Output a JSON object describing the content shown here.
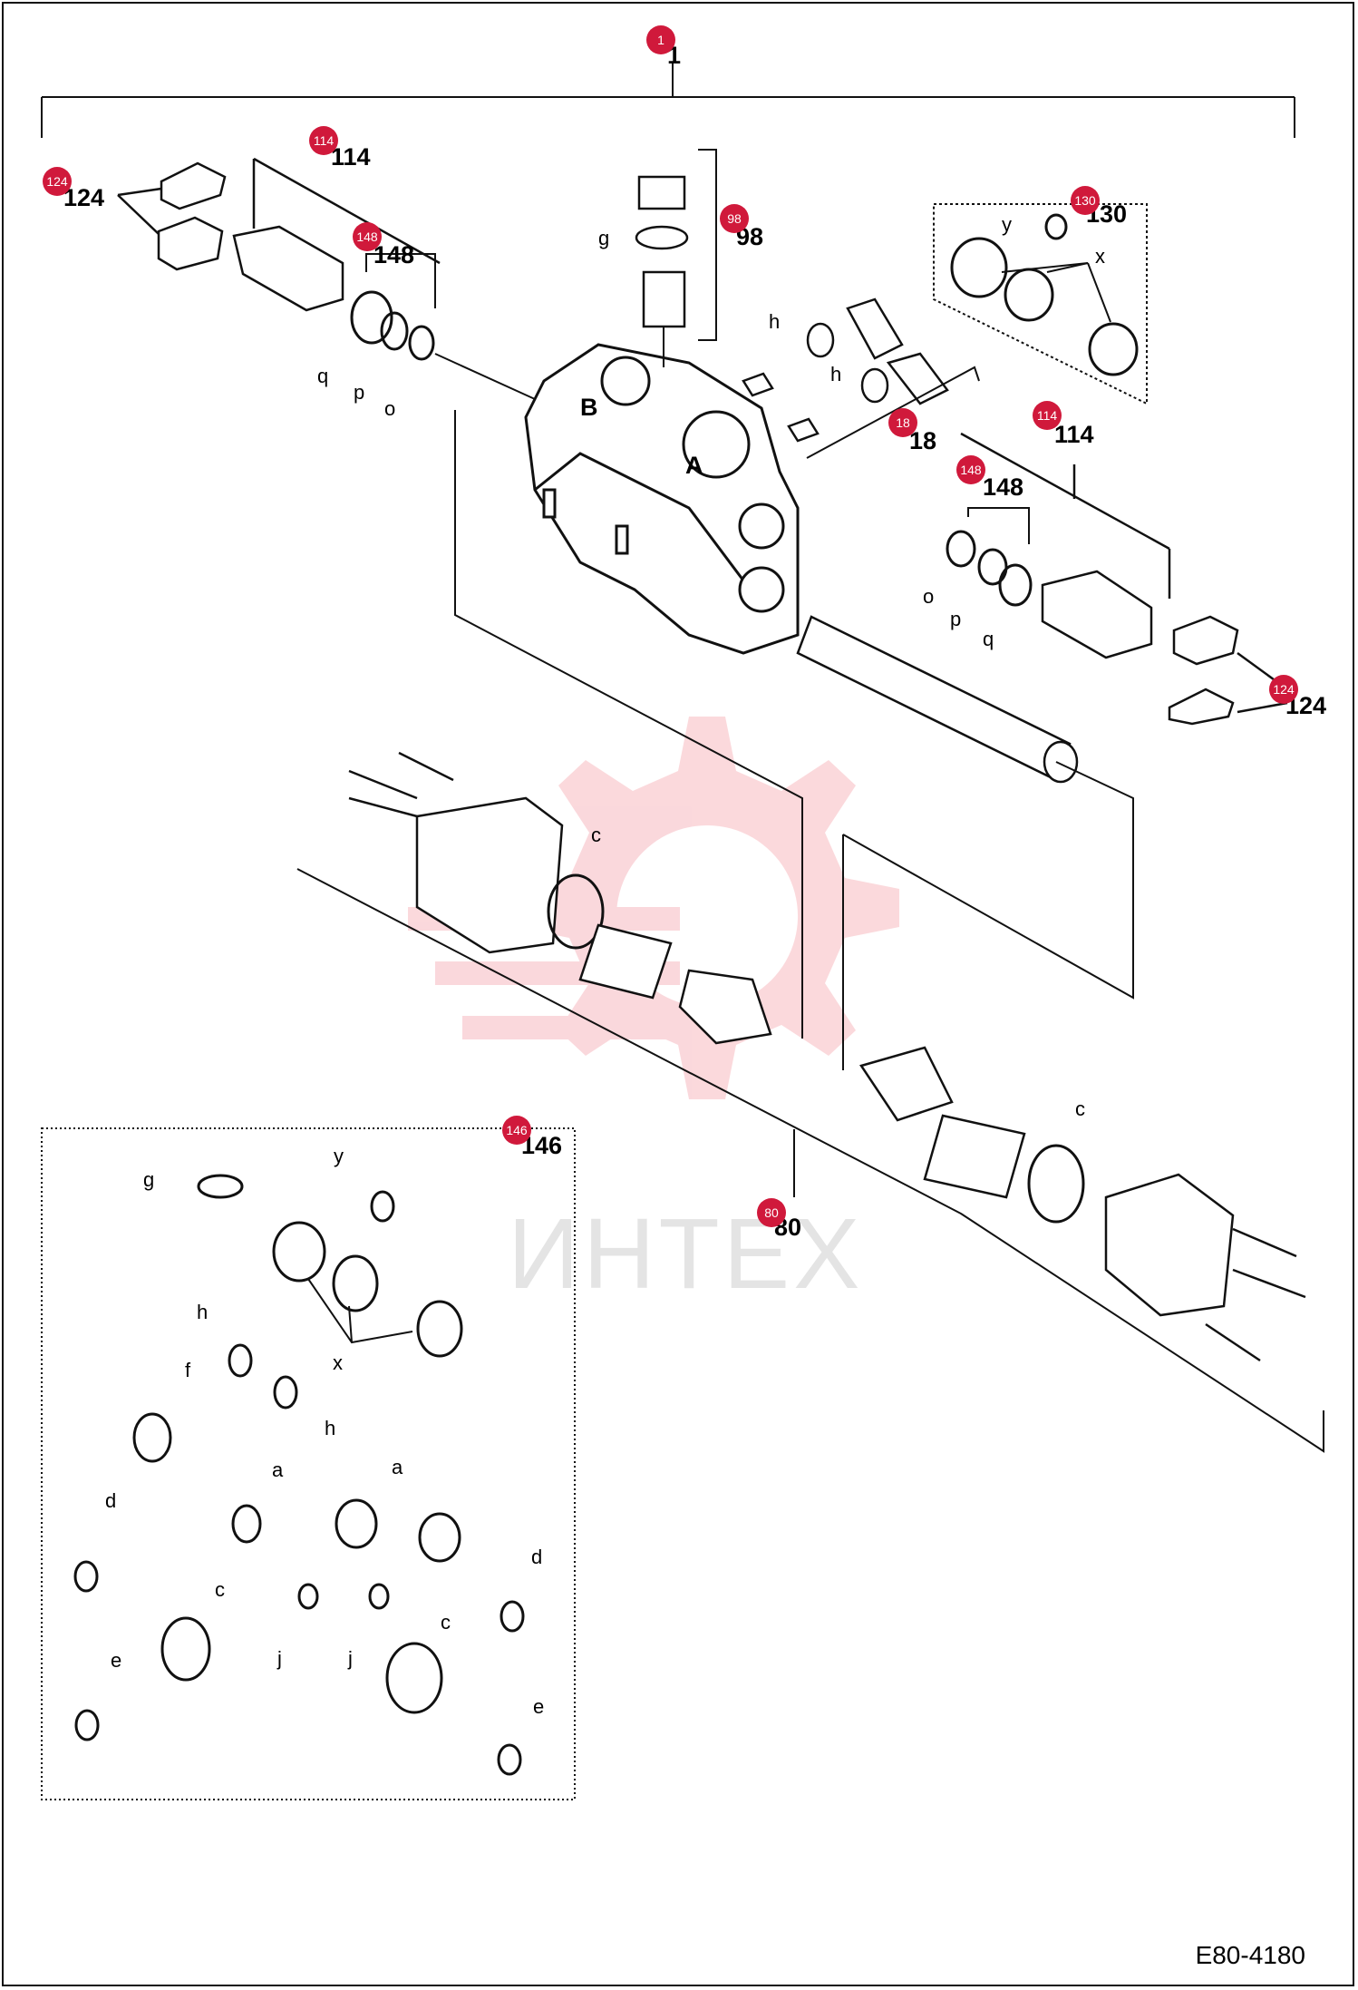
{
  "watermark": {
    "text": "ИНТЕХ",
    "color": "#f7b9c0"
  },
  "colors": {
    "badge": "#d0193b",
    "line": "#111111"
  },
  "drawing_id": "E80-4180",
  "callouts": {
    "main": "1",
    "relief_left": "114",
    "caps_left": "124",
    "seals_left": "148",
    "plug_top": "98",
    "seal_kit_right": "130",
    "check_valve": "18",
    "relief_right": "114",
    "seals_right": "148",
    "caps_right": "124",
    "seal_kit_box": "146",
    "spool_assembly": "80"
  },
  "text_labels": {
    "main": "1",
    "relief_left": "114",
    "caps_left": "124",
    "seals_left": "148",
    "plug_top": "98",
    "seal_kit_right": "130",
    "check_valve": "18",
    "relief_right": "114",
    "seals_right": "148",
    "caps_right": "124",
    "seal_kit_box": "146",
    "spool_assembly": "80",
    "port_a": "A",
    "port_b": "B"
  },
  "seal_letters": {
    "q_left": "q",
    "p_left": "p",
    "o_left": "o",
    "g_top": "g",
    "h_top1": "h",
    "h_top2": "h",
    "y_right": "y",
    "x_right": "x",
    "o_right": "o",
    "p_right": "p",
    "q_right": "q",
    "c_upper": "c",
    "c_lower": "c",
    "box_g": "g",
    "box_y": "y",
    "box_x": "x",
    "box_h1": "h",
    "box_h2": "h",
    "box_f": "f",
    "box_a1": "a",
    "box_a2": "a",
    "box_d1": "d",
    "box_d2": "d",
    "box_c1": "c",
    "box_c2": "c",
    "box_j1": "j",
    "box_j2": "j",
    "box_e1": "e",
    "box_e2": "e"
  }
}
